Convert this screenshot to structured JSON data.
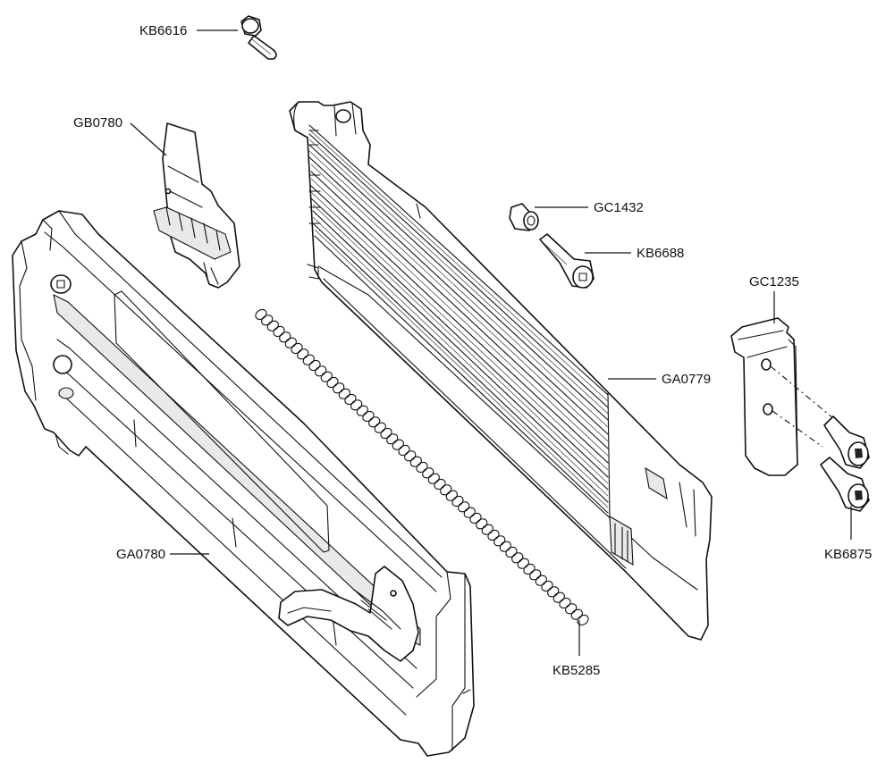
{
  "callouts": {
    "kb6616": "KB6616",
    "gb0780": "GB0780",
    "gc1432": "GC1432",
    "kb6688": "KB6688",
    "gc1235": "GC1235",
    "ga0779": "GA0779",
    "kb6875": "KB6875",
    "ga0780": "GA0780",
    "kb5285": "KB5285"
  }
}
